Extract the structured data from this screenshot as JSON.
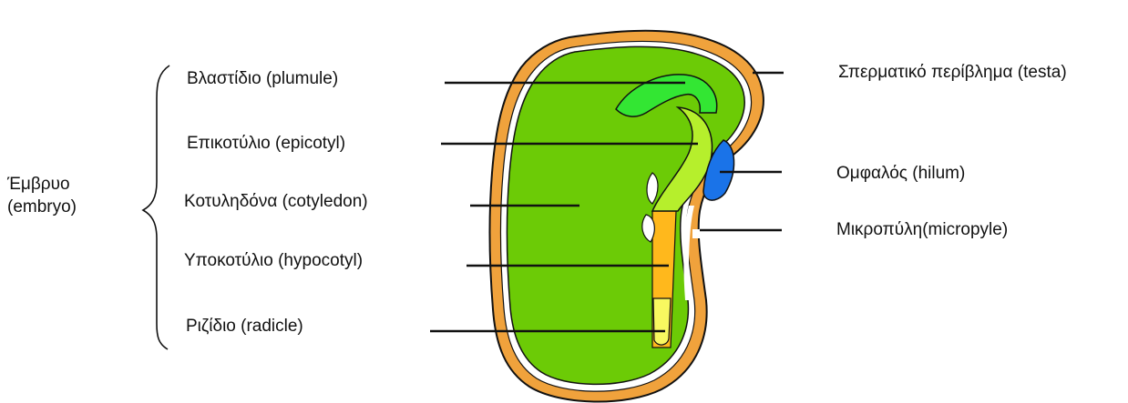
{
  "group": {
    "line1": "Έμβρυο",
    "line2": "(embryo)"
  },
  "labels": {
    "plumule": "Βλαστίδιο (plumule)",
    "epicotyl": "Επικοτύλιο (epicotyl)",
    "cotyledon": "Κοτυληδόνα (cotyledon)",
    "hypocotyl": "Υποκοτύλιο (hypocotyl)",
    "radicle": "Ριζίδιο (radicle)",
    "testa": "Σπερματικό περίβλημα (testa)",
    "hilum": "Ομφαλός (hilum)",
    "micropyle": "Μικροπύλη(micropyle)"
  },
  "colors": {
    "testa": "#f0a23c",
    "cotyledon": "#6ccb06",
    "plumule": "#33e633",
    "epicotyl": "#b6ef2c",
    "hypocotyl": "#ffb81c",
    "radicle": "#f8f860",
    "hilum": "#1a73e8",
    "outline": "#111111"
  }
}
